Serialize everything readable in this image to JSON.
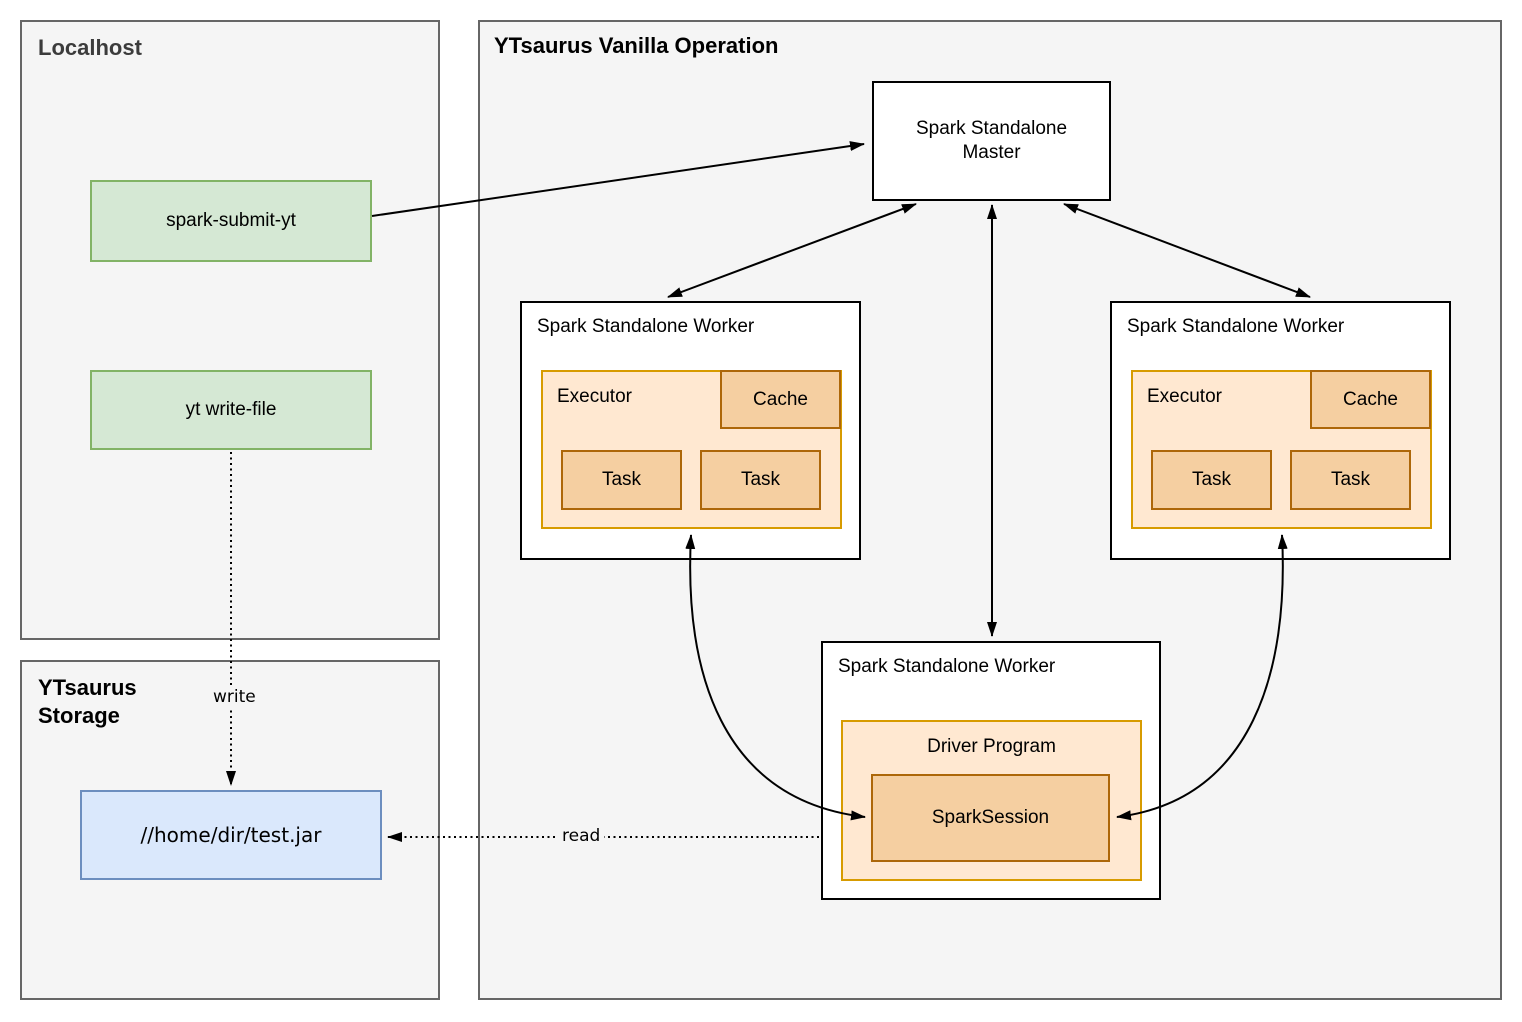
{
  "localhost": {
    "title": "Localhost",
    "spark_submit_label": "spark-submit-yt",
    "yt_write_file_label": "yt write-file"
  },
  "storage": {
    "title": "YTsaurus Storage",
    "jar_label": "//home/dir/test.jar"
  },
  "operation": {
    "title": "YTsaurus Vanilla Operation",
    "master_label": "Spark Standalone Master",
    "worker_label": "Spark Standalone Worker",
    "executor_label": "Executor",
    "cache_label": "Cache",
    "task_label": "Task",
    "driver_label": "Driver Program",
    "spark_session_label": "SparkSession"
  },
  "edge_labels": {
    "write": "write",
    "read": "read"
  },
  "colors": {
    "container-fill": "#f5f5f5",
    "container-border": "#666666",
    "node-fill": "#ffffff",
    "node-border": "#000000",
    "green-fill": "#d5e8d4",
    "green-border": "#82b366",
    "blue-fill": "#dae8fc",
    "blue-border": "#6c8ebf",
    "peach-fill": "#ffe8d1",
    "gold-border": "#d79b00",
    "orange-fill": "#f5cfa1",
    "orange-border": "#ad6709",
    "arrow-color": "#000000",
    "title-color": "#3c3c3c"
  }
}
